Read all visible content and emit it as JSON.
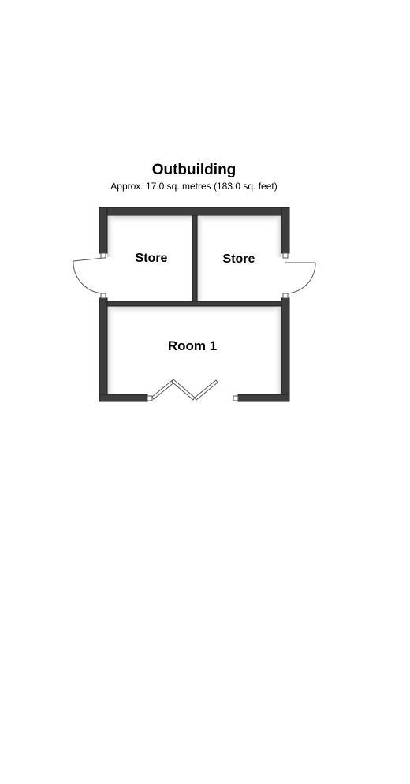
{
  "plan": {
    "title": "Outbuilding",
    "subtitle": "Approx. 17.0 sq. metres (183.0 sq. feet)",
    "rooms": [
      {
        "name": "Store"
      },
      {
        "name": "Store"
      },
      {
        "name": "Room 1"
      }
    ]
  },
  "colors": {
    "wall_fill": "#3d3d3d",
    "wall_edge": "#1a1a1a",
    "shadow": "#d6d6d6",
    "door_line": "#555555"
  }
}
